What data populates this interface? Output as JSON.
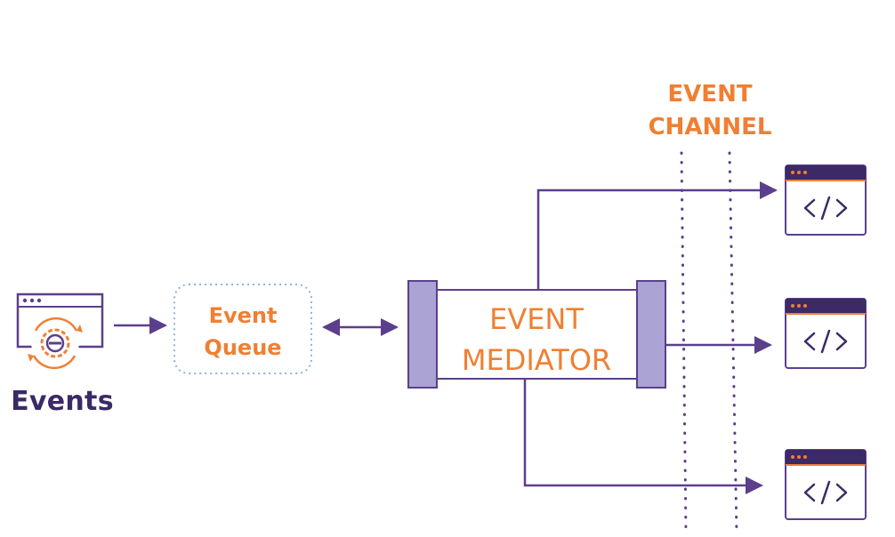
{
  "events_label": "Events",
  "queue": {
    "line1": "Event",
    "line2": "Queue"
  },
  "mediator": {
    "line1": "EVENT",
    "line2": "MEDIATOR"
  },
  "channel": {
    "line1": "EVENT",
    "line2": "CHANNEL"
  },
  "processor_icon": "code-window-icon",
  "events_icon": "gear-window-icon",
  "colors": {
    "purple": "#5b3f8c",
    "orange": "#f07f32",
    "lavender": "#aaa3d3",
    "dark_text": "#3b2a66",
    "queue_border": "#8fb3d9"
  }
}
